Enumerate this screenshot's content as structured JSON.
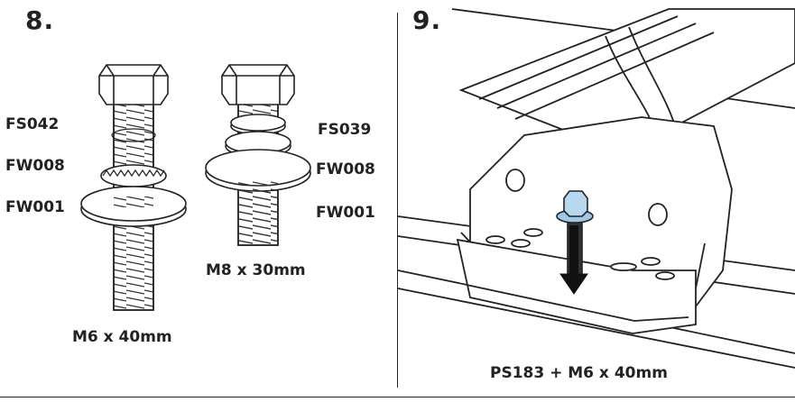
{
  "step8": {
    "number": "8.",
    "bolt_a": {
      "parts": [
        "FS042",
        "FW008",
        "FW001"
      ],
      "size": "M6 x 40mm"
    },
    "bolt_b": {
      "parts": [
        "FS039",
        "FW008",
        "FW001"
      ],
      "size": "M8 x 30mm"
    }
  },
  "step9": {
    "number": "9.",
    "caption": "PS183 + M6 x 40mm"
  }
}
